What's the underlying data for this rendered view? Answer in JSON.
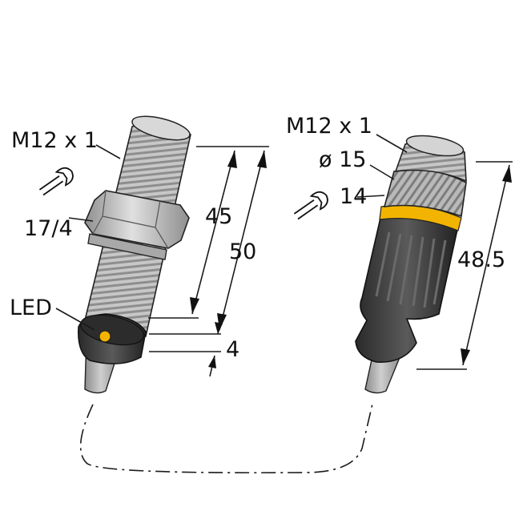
{
  "left_sensor": {
    "thread_label": "M12 x 1",
    "wrench_label": "17/4",
    "led_label": "LED",
    "length_short": "45",
    "length_long": "50",
    "lens_depth": "4"
  },
  "right_sensor": {
    "thread_label": "M12 x 1",
    "diameter_label": "ø 15",
    "wrench_label": "14",
    "length": "48.5"
  },
  "colors": {
    "thread_gray": "#b7b7b7",
    "nut_gray": "#c4c4c4",
    "dark_body": "#3a3a3a",
    "led_yellow": "#f2b400",
    "ring_yellow": "#f2b400",
    "cable_gray": "#a9a9a9"
  },
  "icons": [
    "wrench-icon",
    "wrench-icon"
  ]
}
